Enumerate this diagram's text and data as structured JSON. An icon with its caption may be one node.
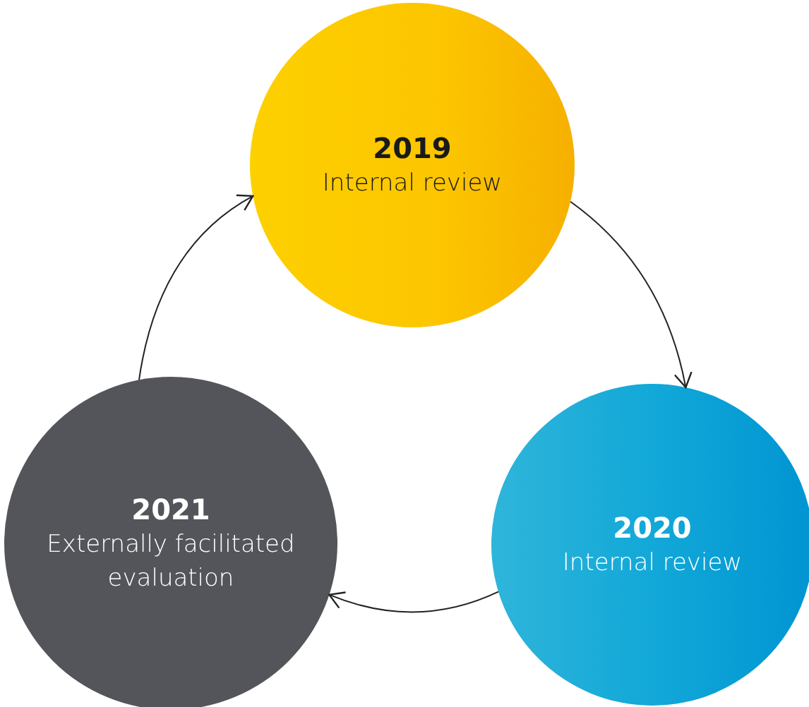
{
  "diagram": {
    "nodes": [
      {
        "text": [
          "2019",
          "Internal review"
        ]
      },
      {
        "text": [
          "2020",
          "Internal review"
        ]
      },
      {
        "text": [
          "2021",
          "Externally facilitated evaluation"
        ]
      }
    ],
    "edges": [
      {
        "from": 0,
        "to": 1,
        "arrow": "to"
      },
      {
        "from": 1,
        "to": 2,
        "arrow": "to"
      },
      {
        "from": 2,
        "to": 0,
        "arrow": "to"
      }
    ]
  }
}
